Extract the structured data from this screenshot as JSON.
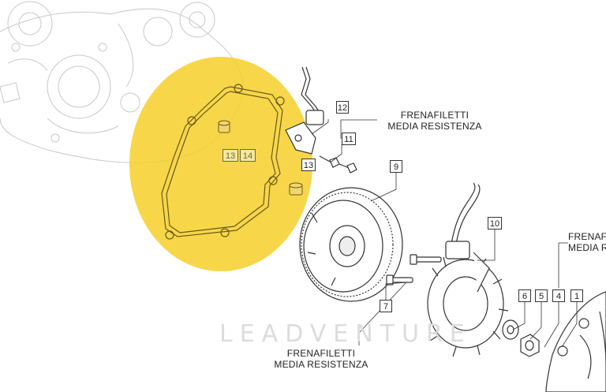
{
  "callouts": {
    "c1": "1",
    "c4": "4",
    "c5": "5",
    "c6": "6",
    "c7": "7",
    "c9": "9",
    "c10": "10",
    "c11": "11",
    "c12": "12",
    "c13a": "13",
    "c13b": "13",
    "c14": "14"
  },
  "notes": {
    "top": {
      "line1": "FRENAFILETTI",
      "line2": "MEDIA RESISTENZA"
    },
    "bottom": {
      "line1": "FRENAFILETTI",
      "line2": "MEDIA RESISTENZA"
    },
    "right": {
      "line1": "FRENAFILETTI",
      "line2": "MEDIA RESISTENZA"
    }
  },
  "watermark": "LEADVENTURE",
  "colors": {
    "highlight": "#f6cf2a",
    "line": "#333333",
    "faint": "#c8c8c8"
  }
}
